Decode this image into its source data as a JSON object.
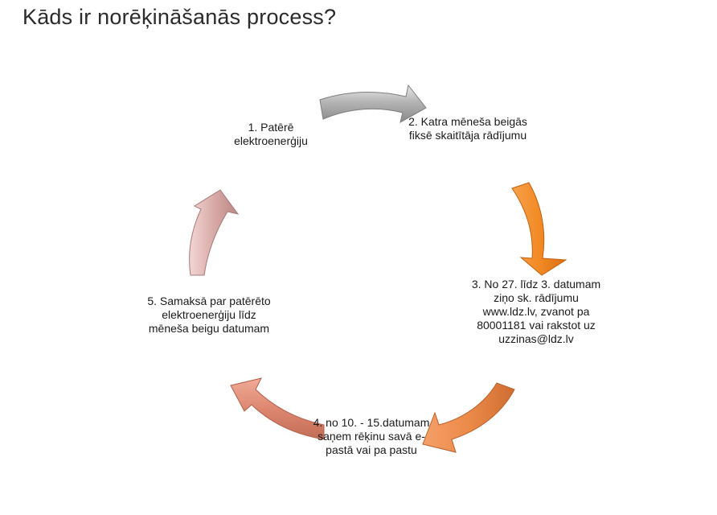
{
  "title": "Kāds ir norēķināšanās process?",
  "colors": {
    "arrow_1_to_2": "#a6a6a6",
    "arrow_2_to_3": "#f08a2c",
    "arrow_3_to_4": "#ec8a48",
    "arrow_4_to_5": "#df8570",
    "arrow_5_to_1": "#cf9c9c"
  },
  "steps": [
    {
      "text": "1. Patērē elektroenerģiju"
    },
    {
      "text": "2. Katra mēneša beigās fiksē skaitītāja rādījumu"
    },
    {
      "text": "3. No 27. līdz 3. datumam ziņo sk. rādījumu www.ldz.lv, zvanot pa 80001181 vai rakstot uz uzzinas@ldz.lv"
    },
    {
      "text": "4. no 10. - 15.datumam saņem rēķinu  savā e-pastā vai pa pastu"
    },
    {
      "text": "5. Samaksā par patērēto elektroenerģiju līdz mēneša beigu datumam"
    }
  ]
}
